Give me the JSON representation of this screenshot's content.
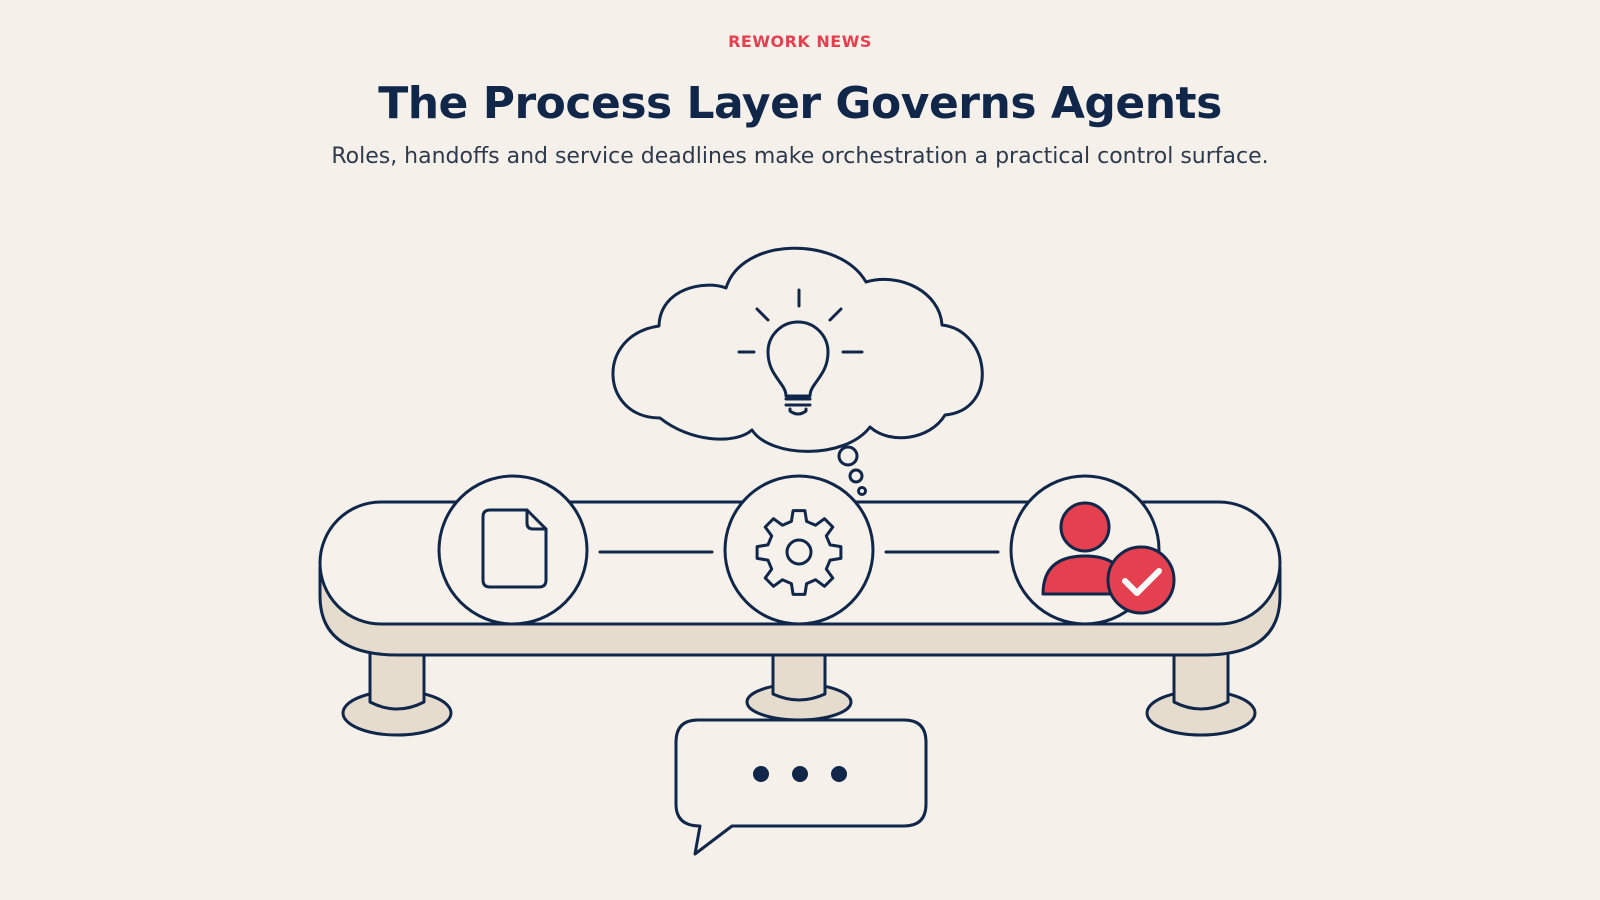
{
  "header": {
    "kicker": "REWORK NEWS",
    "title": "The Process Layer Governs Agents",
    "subtitle": "Roles, handoffs and service deadlines make orchestration a practical control surface."
  },
  "colors": {
    "background": "#f5f1ea",
    "ink": "#10274a",
    "accent": "#e5404f",
    "platform_base": "#e6dccd",
    "platform_top": "#f6f2eb"
  },
  "illustration": {
    "icons": [
      "document-icon",
      "gear-icon",
      "user-check-icon",
      "lightbulb-icon",
      "thought-cloud-icon",
      "speech-bubble-icon"
    ]
  }
}
